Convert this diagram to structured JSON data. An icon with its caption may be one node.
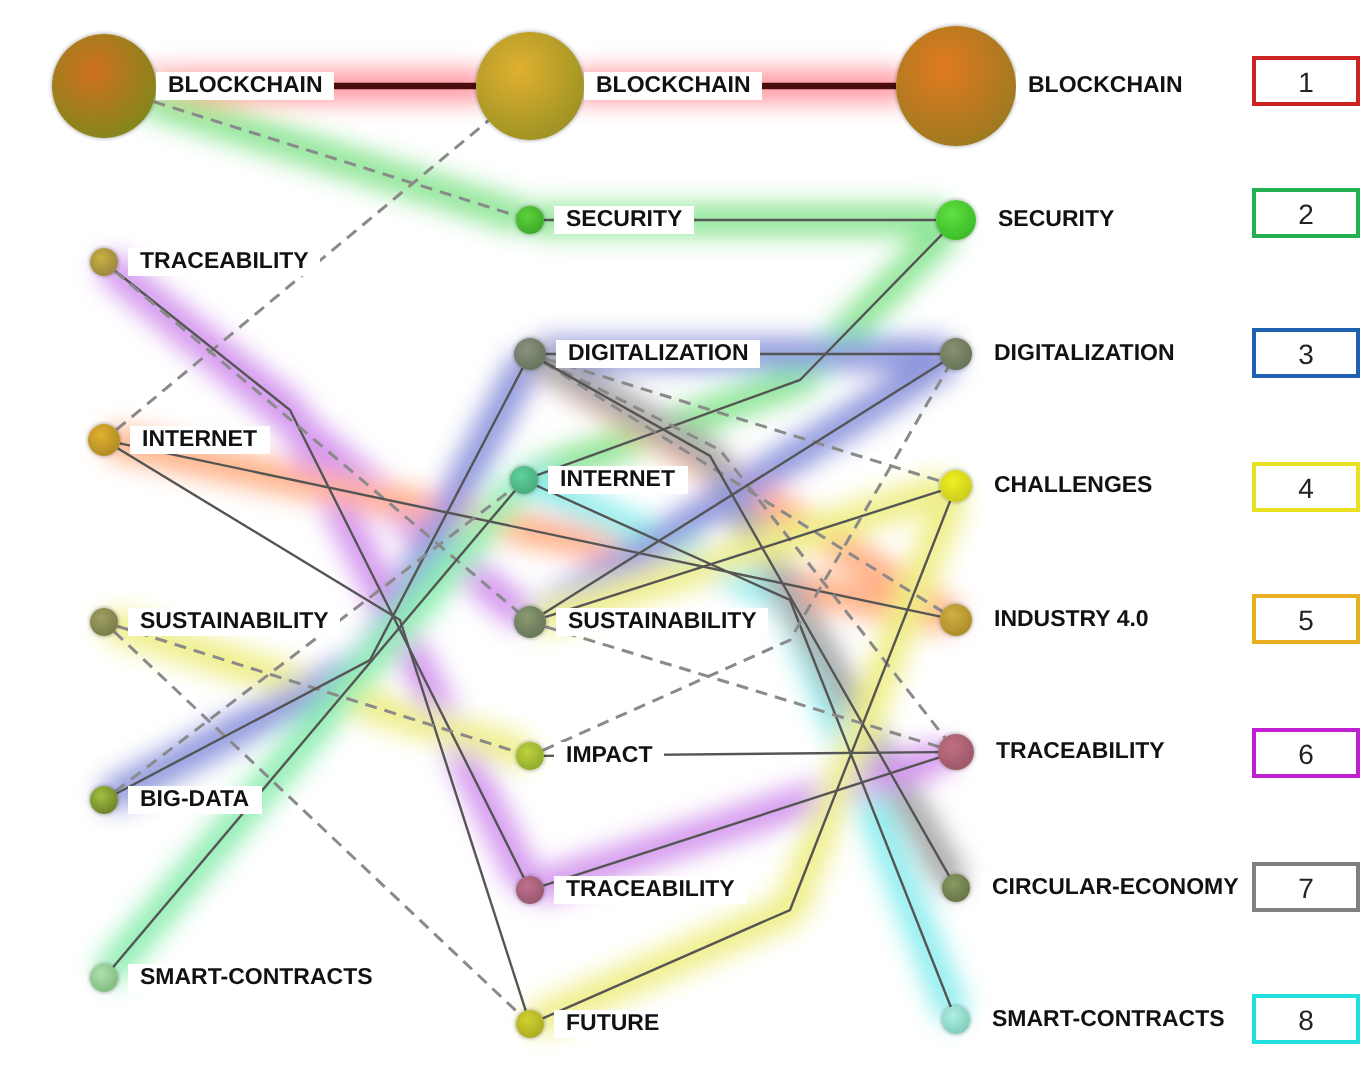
{
  "diagram": {
    "nodes": [
      {
        "text": [
          "BLOCKCHAIN"
        ]
      },
      {
        "text": [
          "TRACEABILITY"
        ]
      },
      {
        "text": [
          "INTERNET"
        ]
      },
      {
        "text": [
          "SUSTAINABILITY"
        ]
      },
      {
        "text": [
          "BIG-DATA"
        ]
      },
      {
        "text": [
          "SMART-CONTRACTS"
        ]
      },
      {
        "text": [
          "BLOCKCHAIN"
        ]
      },
      {
        "text": [
          "SECURITY"
        ]
      },
      {
        "text": [
          "DIGITALIZATION"
        ]
      },
      {
        "text": [
          "INTERNET"
        ]
      },
      {
        "text": [
          "SUSTAINABILITY"
        ]
      },
      {
        "text": [
          "IMPACT"
        ]
      },
      {
        "text": [
          "TRACEABILITY"
        ]
      },
      {
        "text": [
          "FUTURE"
        ]
      },
      {
        "text": [
          "BLOCKCHAIN"
        ]
      },
      {
        "text": [
          "SECURITY"
        ]
      },
      {
        "text": [
          "DIGITALIZATION"
        ]
      },
      {
        "text": [
          "CHALLENGES"
        ]
      },
      {
        "text": [
          "INDUSTRY 4.0"
        ]
      },
      {
        "text": [
          "TRACEABILITY"
        ]
      },
      {
        "text": [
          "CIRCULAR-ECONOMY"
        ]
      },
      {
        "text": [
          "SMART-CONTRACTS"
        ]
      },
      {
        "text": [
          "1"
        ]
      },
      {
        "text": [
          "2"
        ]
      },
      {
        "text": [
          "3"
        ]
      },
      {
        "text": [
          "4"
        ]
      },
      {
        "text": [
          "5"
        ]
      },
      {
        "text": [
          "6"
        ]
      },
      {
        "text": [
          "7"
        ]
      },
      {
        "text": [
          "8"
        ]
      }
    ],
    "edges": [
      {
        "from": 0,
        "to": 6,
        "arrow": "none",
        "style": "thick",
        "color": "#4a0d0d"
      },
      {
        "from": 6,
        "to": 14,
        "arrow": "none",
        "style": "thick",
        "color": "#4a0d0d"
      },
      {
        "from": 0,
        "to": 7,
        "arrow": "none",
        "style": "dashed"
      },
      {
        "from": 2,
        "to": 6,
        "arrow": "none",
        "style": "dashed"
      },
      {
        "from": 1,
        "to": 12,
        "arrow": "none"
      },
      {
        "from": 1,
        "to": 10,
        "arrow": "none",
        "style": "dashed"
      },
      {
        "from": 2,
        "to": 18,
        "arrow": "none"
      },
      {
        "from": 2,
        "to": 13,
        "arrow": "none"
      },
      {
        "from": 3,
        "to": 11,
        "arrow": "none",
        "style": "dashed"
      },
      {
        "from": 3,
        "to": 13,
        "arrow": "none",
        "style": "dashed"
      },
      {
        "from": 4,
        "to": 8,
        "arrow": "none"
      },
      {
        "from": 4,
        "to": 9,
        "arrow": "none",
        "style": "dashed"
      },
      {
        "from": 5,
        "to": 9,
        "arrow": "none"
      },
      {
        "from": 7,
        "to": 15,
        "arrow": "none"
      },
      {
        "from": 9,
        "to": 15,
        "arrow": "none"
      },
      {
        "from": 9,
        "to": 21,
        "arrow": "none"
      },
      {
        "from": 8,
        "to": 16,
        "arrow": "none"
      },
      {
        "from": 8,
        "to": 17,
        "arrow": "none",
        "style": "dashed"
      },
      {
        "from": 8,
        "to": 18,
        "arrow": "none",
        "style": "dashed"
      },
      {
        "from": 8,
        "to": 19,
        "arrow": "none",
        "style": "dashed"
      },
      {
        "from": 8,
        "to": 20,
        "arrow": "none"
      },
      {
        "from": 10,
        "to": 16,
        "arrow": "none"
      },
      {
        "from": 10,
        "to": 17,
        "arrow": "none"
      },
      {
        "from": 10,
        "to": 19,
        "arrow": "none",
        "style": "dashed"
      },
      {
        "from": 11,
        "to": 19,
        "arrow": "none"
      },
      {
        "from": 11,
        "to": 16,
        "arrow": "none",
        "style": "dashed"
      },
      {
        "from": 12,
        "to": 19,
        "arrow": "none"
      },
      {
        "from": 13,
        "to": 17,
        "arrow": "none"
      }
    ]
  }
}
